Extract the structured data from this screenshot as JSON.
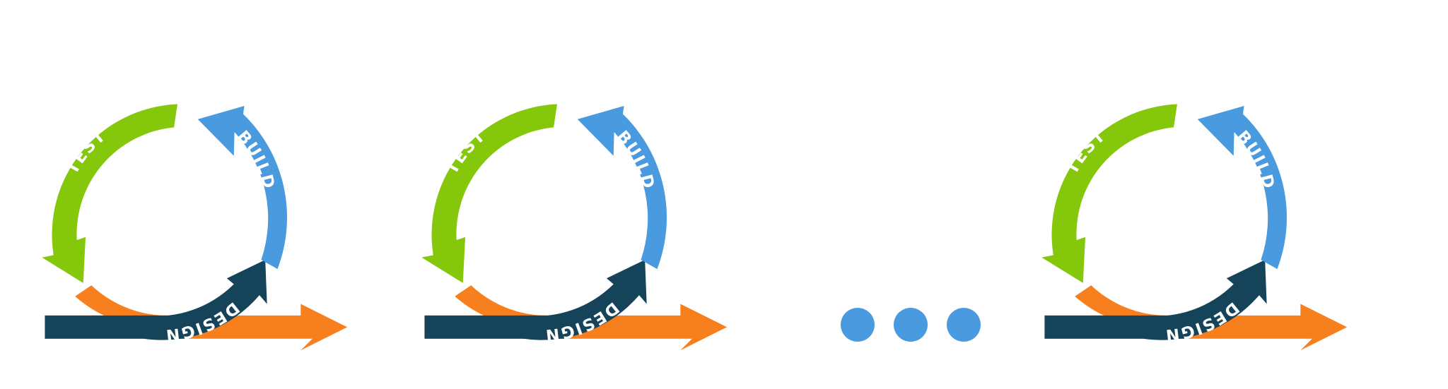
{
  "diagram": {
    "stage_labels": {
      "test": "TEST",
      "build": "BUILD",
      "design": "DESIGN"
    },
    "cycle_count": 3,
    "continuation_dots": 3,
    "colors": {
      "test": "#84c70b",
      "build": "#4a9adf",
      "design": "#15445a",
      "timeline": "#f77f1e",
      "dots": "#4a9adf",
      "label_text": "#ffffff"
    }
  }
}
